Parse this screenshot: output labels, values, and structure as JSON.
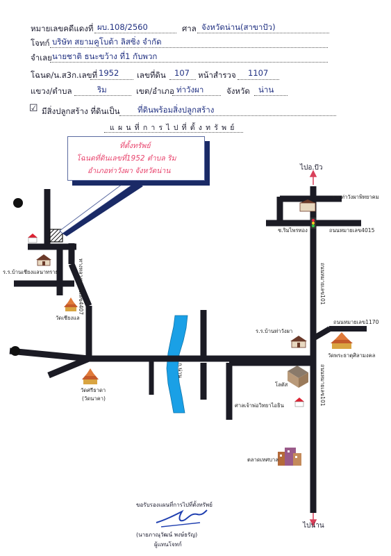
{
  "header": {
    "case_label": "หมายเลขคดีแดงที่",
    "case_value": "ผบ.108/2560",
    "court_label": "ศาล",
    "court_value": "จังหวัดน่าน(สาขาปัว)",
    "plaintiff_label": "โจทก์",
    "plaintiff_value": "บริษัท สยามคูโบต้า ลิสซิ่ง จำกัด",
    "defendant_label": "จำเลย",
    "defendant_value": "นายชาติ ธนะขว้าง ที่1 กับพวก",
    "deed_label": "โฉนด/น.ส3ก.เลขที่",
    "deed_value": "1952",
    "landno_label": "เลขที่ดิน",
    "landno_value": "107",
    "survey_label": "หน้าสำรวจ",
    "survey_value": "1107",
    "subdistrict_label": "แขวง/ตำบล",
    "subdistrict_value": "ริม",
    "district_label": "เขต/อำเภอ",
    "district_value": "ท่าวังผา",
    "province_label": "จังหวัด",
    "province_value": "น่าน",
    "checkbox_mark": "☑",
    "building_label": "มีสิ่งปลูกสร้าง ที่ดินเป็น",
    "building_value": "ที่ดินพร้อมสิ่งปลูกสร้าง"
  },
  "map_title": "แผนที่การไปที่ตั้งทรัพย์",
  "callout": {
    "line1": "ที่ตั้งทรัพย์",
    "line2": "โฉนดที่ดินเลขที่1952   ตำบล ริม",
    "line3": "อำเภอท่าวังผา  จังหวัดน่าน"
  },
  "map_labels": {
    "to_pua": "ไปอ.ปัว",
    "to_nan": "ไปน่าน",
    "school_tawangpha_phittayakhom": "ร.ร.ท่าวังผาพิทยาคม",
    "junction_rimphai": "ช.ริมไพรทอง",
    "road_4015": "ถนนหมายเลข4015",
    "road_101_upper": "ถนนหมายเลข101",
    "road_101_lower": "ถนนหมายเลข101",
    "road_4407": "ทางหลวงหมายเลข4407",
    "road_1170": "ถนนหมายเลข1170",
    "school_chiangsaen": "ร.ร.บ้านเชียงแลนาทราย",
    "temple_chiangsaen": "วัดเชียงแล",
    "temple_sri_sathan": "วัดศรีธาดา",
    "temple_sri_sathan_sub": "(วัดนาคา)",
    "river": "ก.น่าน",
    "school_tawangpha": "ร.ร.บ้านท่าวังผา",
    "temple_phrathat": "วัดพระธาตุศิลามงคล",
    "lotus_hotel": "โลตัส",
    "shrine": "ศาลเจ้าพ่อวิทยาไอธิน",
    "market": "ตลาดเทศบาล"
  },
  "signature": {
    "certify": "ขอรับรองแผนที่การไปที่ตั้งทรัพย์",
    "name": "(นายภาณุวัฒน์ พงษ์ธรัญ)",
    "role": "ผู้แทนโจทก์"
  },
  "colors": {
    "road": "#1b1b24",
    "river": "#1aa0e6",
    "callout_text": "#e8446d",
    "callout_shadow": "#1a2a66",
    "form_value": "#1f2f80",
    "arrow": "#d8405a"
  }
}
